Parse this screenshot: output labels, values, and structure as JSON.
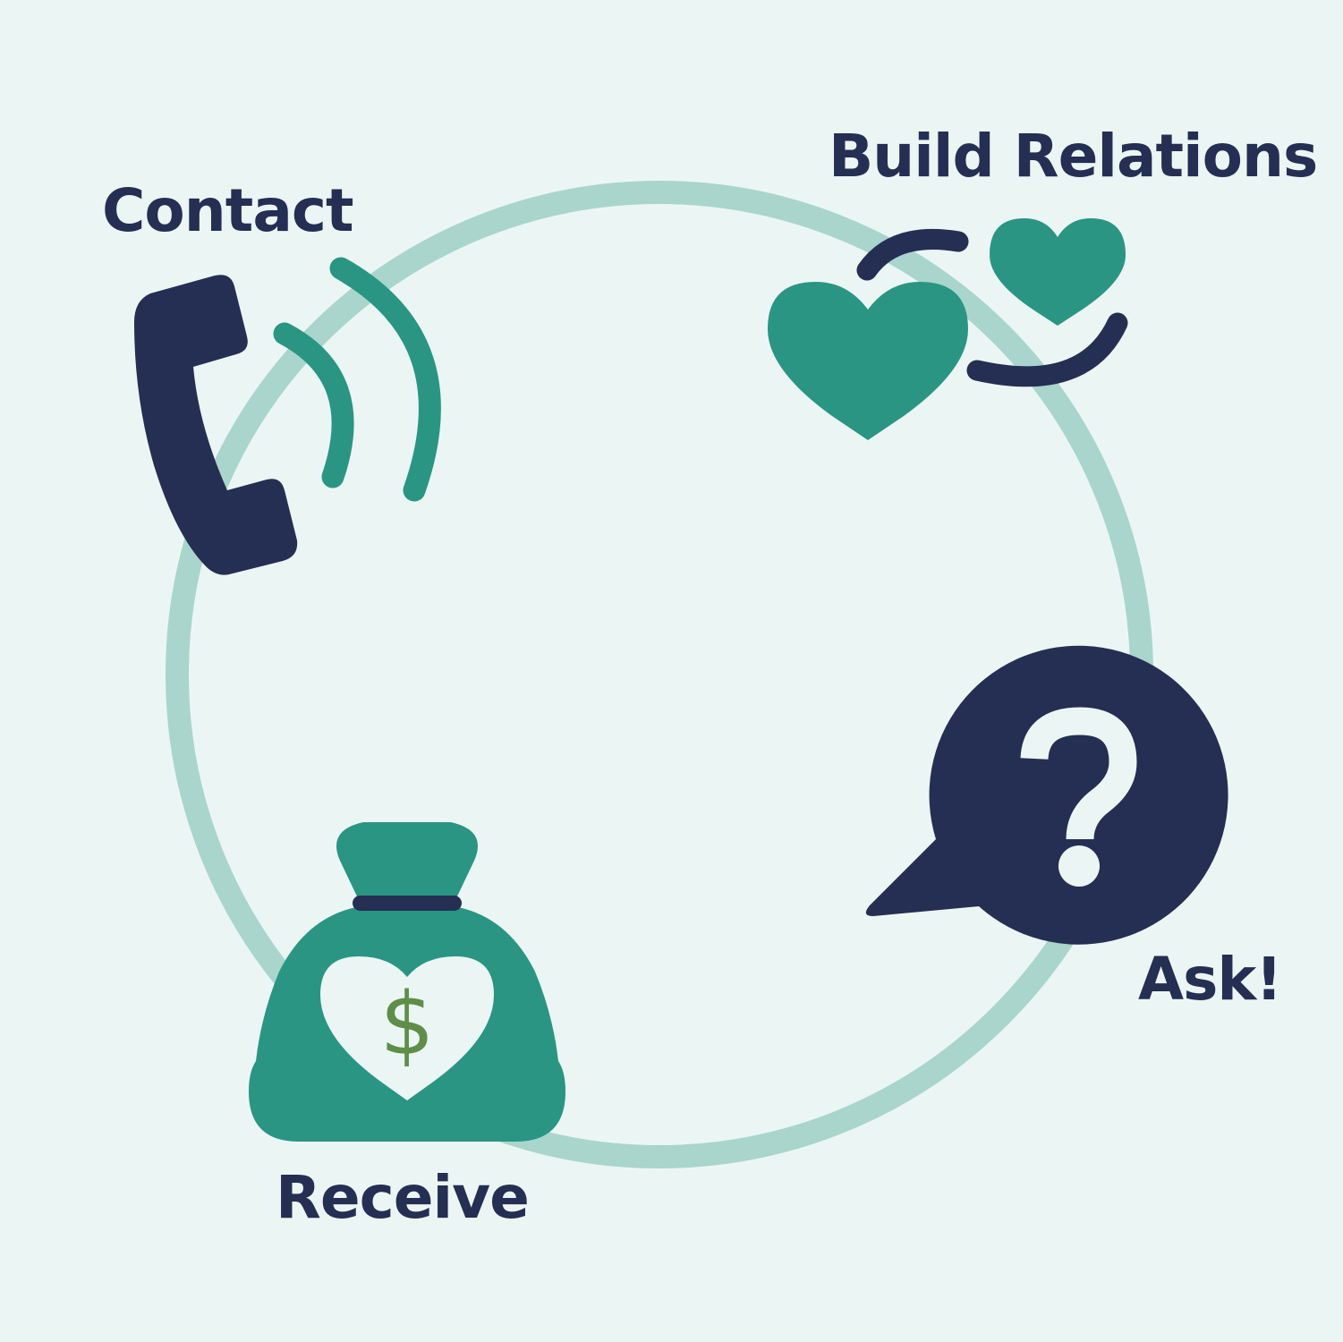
{
  "colors": {
    "background": "#EBF6F4",
    "ring": "#A9D5CC",
    "teal": "#2A9583",
    "navy": "#252E53",
    "dollar": "#5E8E48",
    "heart_cutout": "#EBF6F4"
  },
  "steps": [
    {
      "label": "Contact",
      "icon": "phone-ringing-icon"
    },
    {
      "label": "Build Relations",
      "icon": "two-hearts-icon"
    },
    {
      "label": "Ask!",
      "icon": "question-speech-bubble-icon"
    },
    {
      "label": "Receive",
      "icon": "money-bag-heart-icon"
    }
  ],
  "money_bag": {
    "symbol": "$"
  }
}
